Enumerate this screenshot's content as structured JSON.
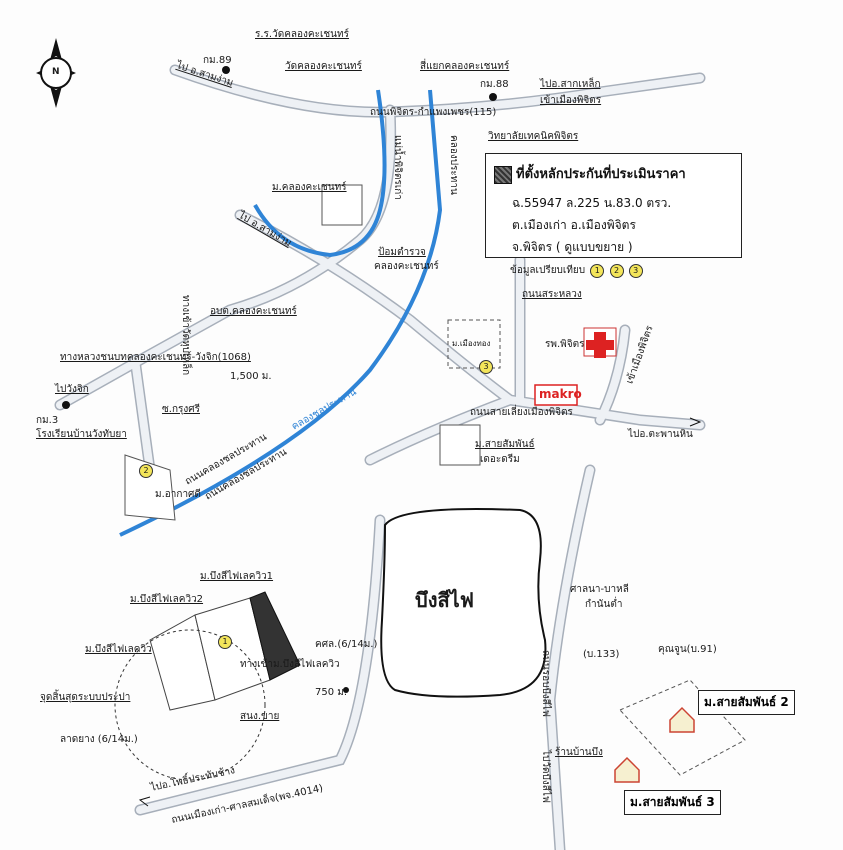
{
  "compass": {
    "label": "N"
  },
  "legend": {
    "title": "ที่ตั้งหลักประกันที่ประเมินราคา",
    "line1": "ฉ.55947 ล.225 น.83.0 ตรว.",
    "line2": "ต.เมืองเก่า  อ.เมืองพิจิตร",
    "line3": "จ.พิจิตร  ( ดูแบบขยาย )"
  },
  "comparison": {
    "label": "ข้อมูลเปรียบเทียบ",
    "markers": [
      "1",
      "2",
      "3"
    ]
  },
  "labels": {
    "school_wat": "ร.ร.วัดคลองคะเชนทร์",
    "km89": "กม.89",
    "wat": "วัดคลองคะเชนทร์",
    "intersection": "สี่แยกคลองคะเชนทร์",
    "km88": "กม.88",
    "to_sak_lek": "ไปอ.สากเหล็ก",
    "to_phichit_city": "เข้าเมืองพิจิตร",
    "to_sam_ngam_top": "ไป อ.สามง่าม",
    "road_115": "ถนนพิจิตร-กำแพงเพชร(115)",
    "tech_college": "วิทยาลัยเทคนิคพิจิตร",
    "old_river": "แม่น้ำพิจิตรเก่า",
    "canal_prachin": "คลองประทาน",
    "village_khlong": "ม.คลองคะเชนทร์",
    "gas_station": "ป้อมตำรวจ",
    "gas_station2": "คลองคะเชนทร์",
    "to_sam_ngam_mid": "ไป อ.สามง่าม",
    "road_sa_luang": "ถนนสระหลวง",
    "sao_khlong": "อบต.คลองคะเชนทร์",
    "road_wang_luk": "ทางหลวงชนบทคลองคะเชนทร์-วังจิก(1068)",
    "road_huai": "ทางเข้าวัดหุบเหล็ก",
    "dist_1500": "1,500 ม.",
    "to_wang_jik": "ไปวังจิก",
    "km3": "กม.3",
    "school_wang_jik": "โรงเรียนบ้านวังทับยา",
    "soi_krung_sri": "ซ.กรุงศรี",
    "village_mueng_thong": "ม.เมืองทอง",
    "hospital": "รพ.พิจิตร",
    "makro": "makro",
    "to_phichit_road": "เข้าเมืองพิจิตร",
    "road_bypass": "ถนนสายเลี่ยงเมืองพิจิตร",
    "to_taphan_hin": "ไปอ.ตะพานหิน",
    "canal_road": "ถนนคลองชลประทาน",
    "canal_road2": "คลองชลประทาน",
    "canal_road3": "ถนนคลองชลประทาน",
    "village_sai_somphan": "ม.สายสัมพันธ์",
    "village_sai_somphan2": "เดอะดรีม",
    "village_akat": "ม.อากาศดี",
    "lake": "บึงสีไฟ",
    "view1": "ม.บึงสีไฟเลควิว1",
    "view2": "ม.บึงสีไฟเลควิว2",
    "view_main": "ม.บึงสีไฟเลควิว",
    "water_point": "จุดสิ้นสุดระบบประปา",
    "paved": "ลาดยาง (6/14ม.)",
    "kor_sor": "คศล.(6/14ม.)",
    "entry_view": "ทางเข้าม.บึงสีไฟเลควิว",
    "dist_750": "750 ม.",
    "sor_nor": "สนง.ขาย",
    "road_to_pho": "ไปอ.โพธิ์ประทับช้าง",
    "road_4014": "ถนนเมืองเก่า-ศาลสมเด็จ(พจ.4014)",
    "road_bueng": "ถนนรอบบึงสีไฟ",
    "road_bueng2": "ไปวัดบึงสีไฟ",
    "shrine": "ศาลนา-บาหลี",
    "shrine2": "กำนันต่ำ",
    "b133": "(บ.133)",
    "b91": "คุณจูน(บ.91)",
    "shop": "ร้านบ้านบึง",
    "sai2": "ม.สายสัมพันธ์ 2",
    "sai3": "ม.สายสัมพันธ์ 3"
  },
  "markers": {
    "m1": "1",
    "m2": "2",
    "m3": "3"
  },
  "colors": {
    "road": "#cfd6e0",
    "road_edge": "#9aa3ae",
    "river": "#2f84d6",
    "ink": "#1a1a1a",
    "marker": "#f3e55a"
  }
}
